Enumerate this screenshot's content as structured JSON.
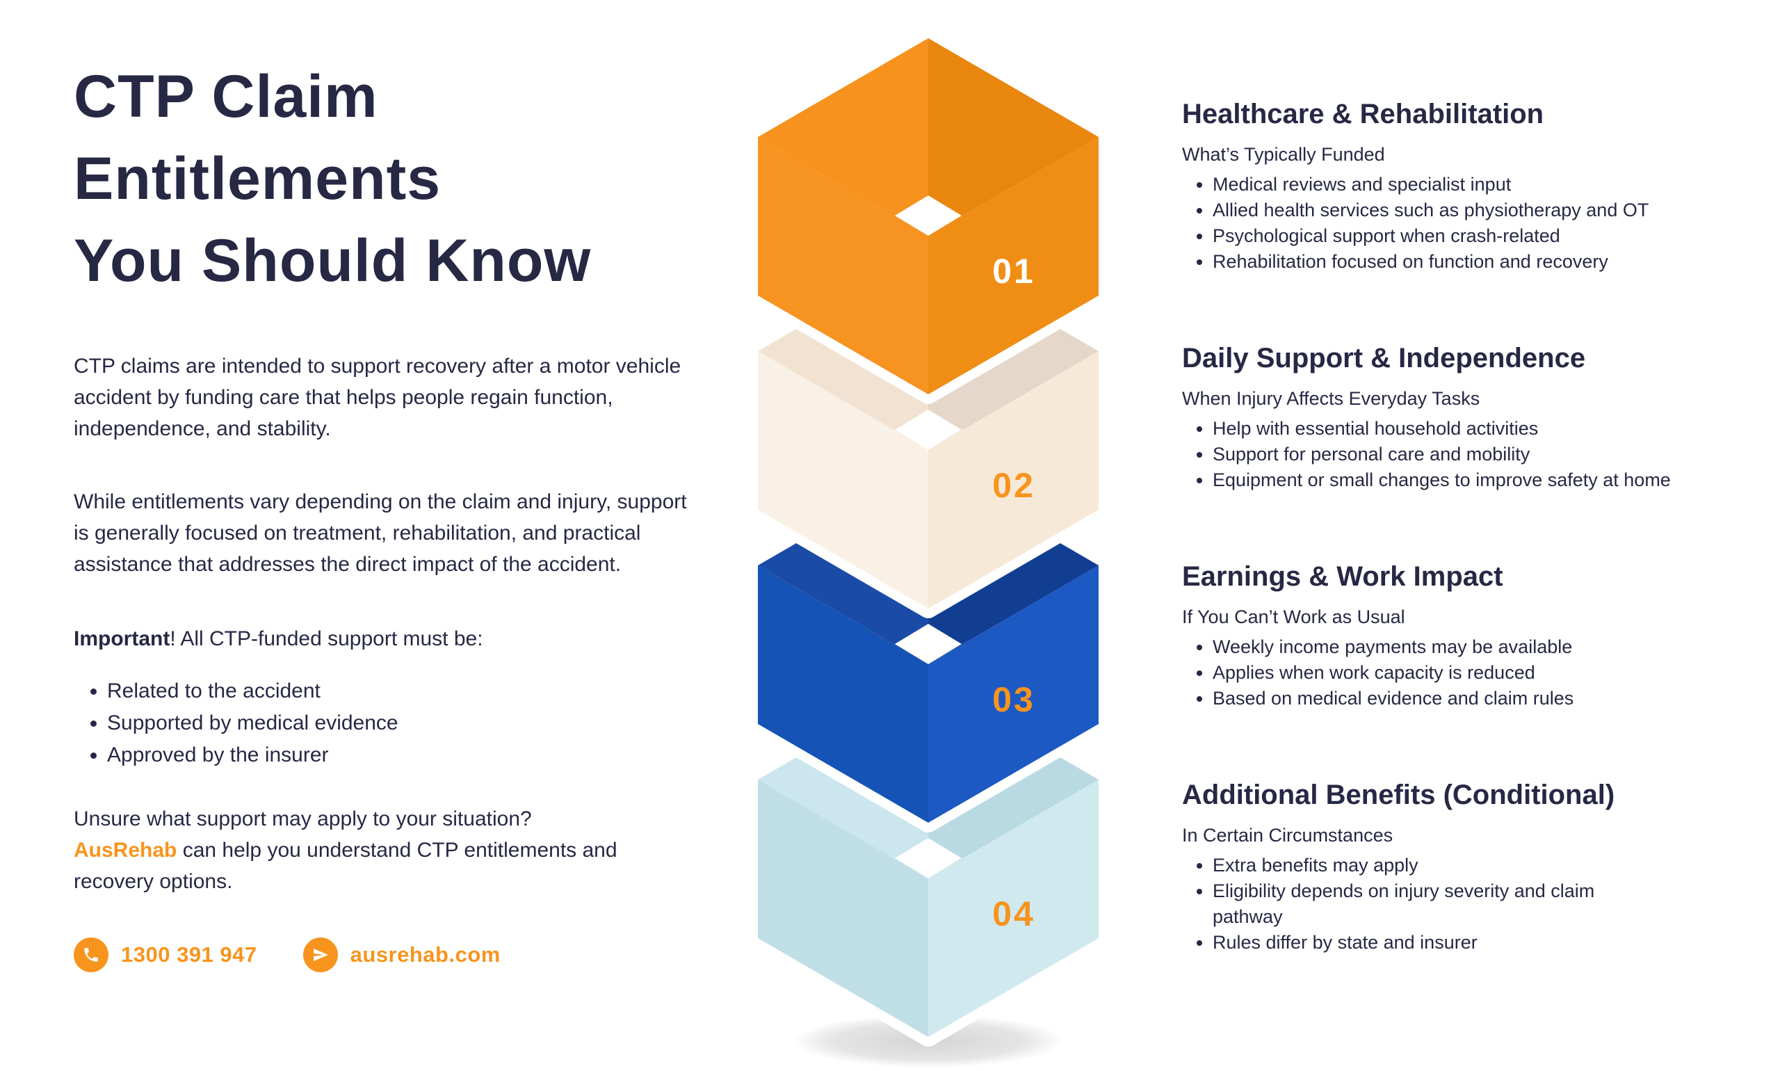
{
  "brand": {
    "orange": "#F7941E",
    "navy": "#262844"
  },
  "left": {
    "title_lines": [
      "CTP Claim",
      "Entitlements",
      "You Should Know"
    ],
    "intro1": "CTP claims are intended to support recovery after a motor vehicle accident by funding care that helps people regain function, independence, and stability.",
    "intro2": "While entitlements vary depending on the claim and injury, support is generally focused on treatment, rehabilitation, and practical assistance that addresses the direct impact of the accident.",
    "important_label": "Important",
    "important_rest": "! All CTP-funded support must be:",
    "important_bullets": [
      "Related to the accident",
      "Supported by medical evidence",
      "Approved by the insurer"
    ],
    "cta_line1": "Unsure what support may apply to your situation?",
    "cta_brand": "AusRehab",
    "cta_rest": " can help you understand CTP entitlements and recovery options.",
    "contact": {
      "phone": "1300 391 947",
      "website": "ausrehab.com",
      "phone_icon": "phone-icon",
      "website_icon": "paper-plane-icon"
    }
  },
  "boxes": [
    {
      "number": "01",
      "number_color": "#FFFFFF",
      "flap_left": "#F6921D",
      "flap_right": "#E9860E",
      "face_left": "#F79320",
      "face_right": "#F08D14"
    },
    {
      "number": "02",
      "number_color": "#F7941E",
      "flap_left": "#F2E2D1",
      "flap_right": "#E5D7C9",
      "face_left": "#FAF1E6",
      "face_right": "#F7E9D8"
    },
    {
      "number": "03",
      "number_color": "#F7941E",
      "flap_left": "#1A4BA6",
      "flap_right": "#123E92",
      "face_left": "#1553B6",
      "face_right": "#1D59C2"
    },
    {
      "number": "04",
      "number_color": "#F7941E",
      "flap_left": "#CBE6EE",
      "flap_right": "#B9DAE3",
      "face_left": "#C0DEE6",
      "face_right": "#D0E9EF"
    }
  ],
  "sections": [
    {
      "title": "Healthcare & Rehabilitation",
      "subtitle": "What’s Typically Funded",
      "bullets": [
        "Medical reviews and specialist input",
        "Allied health services such as physiotherapy and OT",
        "Psychological support when crash-related",
        "Rehabilitation focused on function and recovery"
      ]
    },
    {
      "title": "Daily Support & Independence",
      "subtitle": "When Injury Affects Everyday Tasks",
      "bullets": [
        "Help with essential household activities",
        "Support for personal care and mobility",
        "Equipment or small changes to improve safety at home"
      ]
    },
    {
      "title": "Earnings & Work Impact",
      "subtitle": "If You Can’t Work as Usual",
      "bullets": [
        "Weekly income payments may be available",
        "Applies when work capacity is reduced",
        "Based on medical evidence and claim rules"
      ]
    },
    {
      "title": "Additional Benefits (Conditional)",
      "subtitle": "In Certain Circumstances",
      "bullets": [
        "Extra benefits may apply",
        "Eligibility depends on injury severity and claim pathway",
        "Rules differ by state and insurer"
      ]
    }
  ]
}
